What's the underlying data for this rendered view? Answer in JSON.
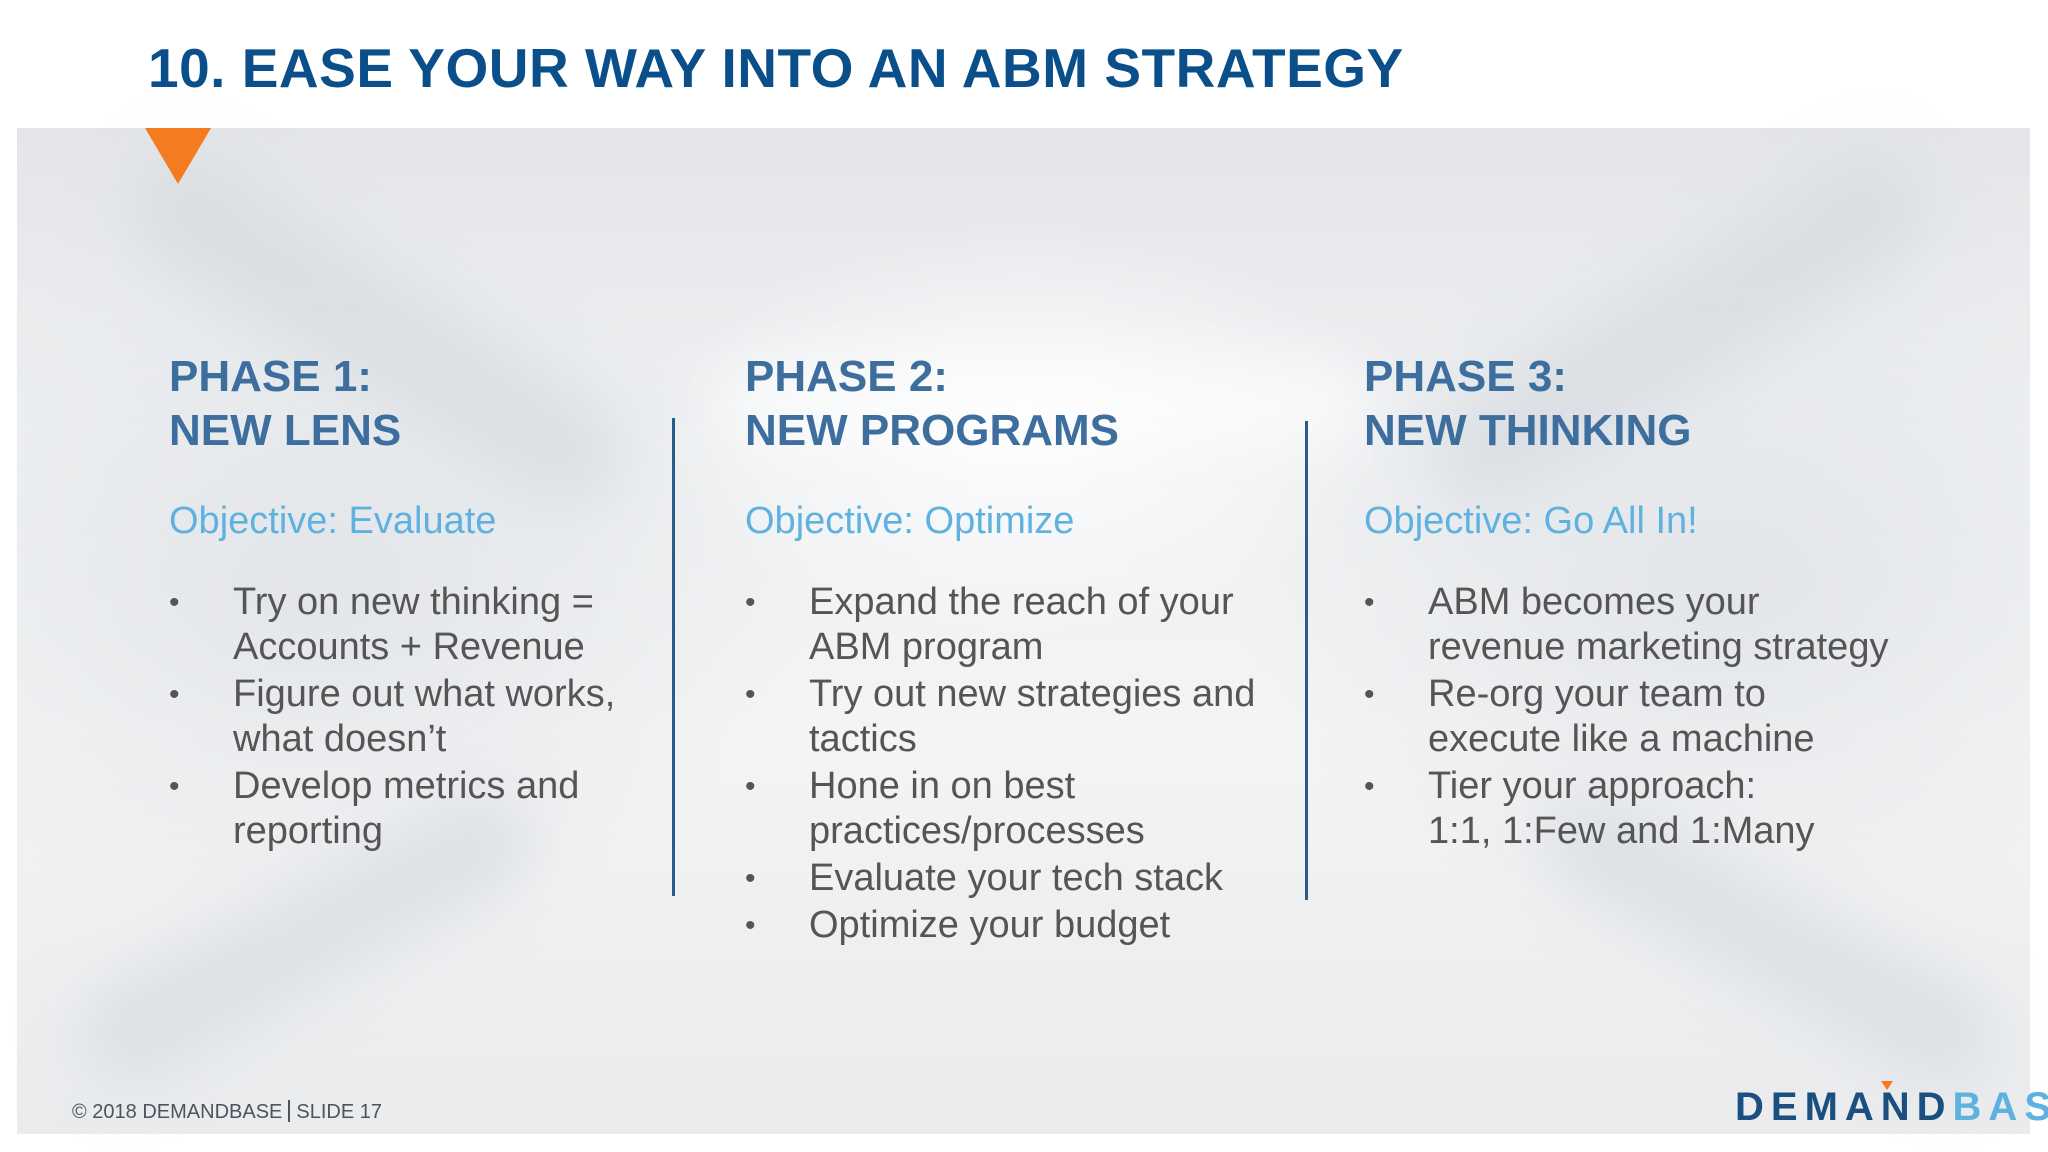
{
  "slide": {
    "title": "10. EASE YOUR WAY INTO AN ABM STRATEGY",
    "accent_color": "#f47b20",
    "title_color": "#0b4f8a"
  },
  "phases": [
    {
      "heading_line1": "PHASE 1:",
      "heading_line2": "NEW LENS",
      "objective": "Objective: Evaluate",
      "bullets": [
        [
          "Try on new thinking =",
          "Accounts + Revenue"
        ],
        [
          "Figure out what works,",
          "what doesn’t"
        ],
        [
          "Develop metrics and",
          "reporting"
        ]
      ]
    },
    {
      "heading_line1": "PHASE 2:",
      "heading_line2": "NEW PROGRAMS",
      "objective": "Objective: Optimize",
      "bullets": [
        [
          "Expand the reach of your",
          "ABM program"
        ],
        [
          "Try out new strategies and",
          "tactics"
        ],
        [
          "Hone in on best",
          "practices/processes"
        ],
        [
          "Evaluate your tech stack"
        ],
        [
          "Optimize your budget"
        ]
      ]
    },
    {
      "heading_line1": "PHASE 3:",
      "heading_line2": "NEW THINKING",
      "objective": "Objective: Go All In!",
      "bullets": [
        [
          "ABM becomes your",
          "revenue marketing strategy"
        ],
        [
          "Re-org your team to",
          "execute like a machine"
        ],
        [
          "Tier your approach:",
          "1:1, 1:Few and 1:Many"
        ]
      ]
    }
  ],
  "bullet_symbol": "•",
  "footer": {
    "copyright": "© 2018 DEMANDBASE",
    "slide_label": "SLIDE 17"
  },
  "logo": {
    "part1": "DEMAND",
    "part2": "BASE"
  }
}
